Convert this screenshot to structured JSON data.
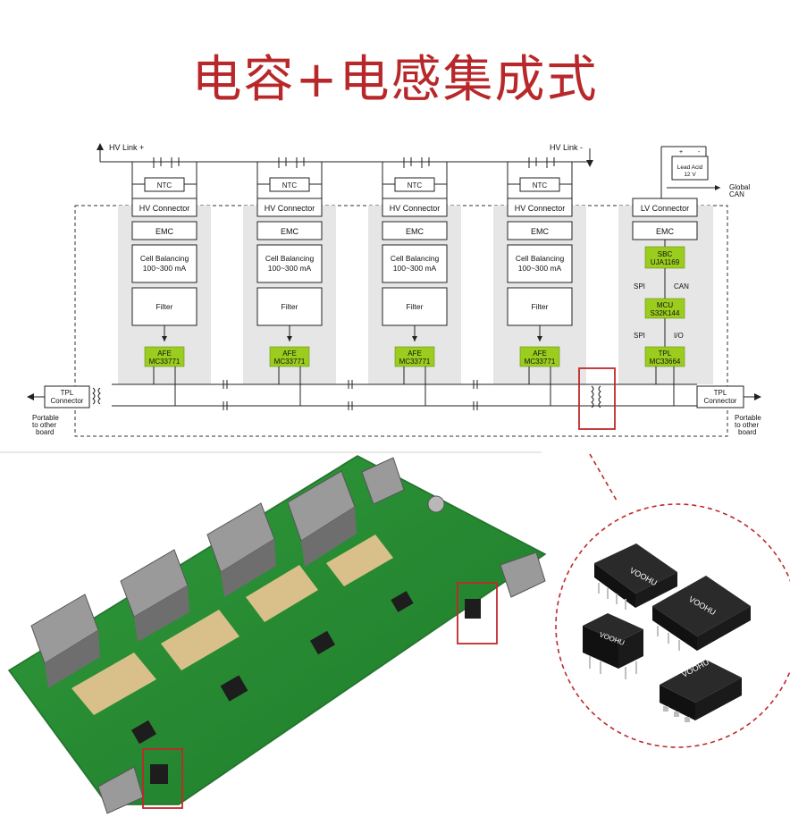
{
  "title": "电容+电感集成式",
  "diagram": {
    "hv_link_plus": "HV Link +",
    "hv_link_minus": "HV Link -",
    "modules": [
      {
        "ntc": "NTC",
        "connector": "HV Connector",
        "emc": "EMC",
        "balancing_1": "Cell Balancing",
        "balancing_2": "100~300 mA",
        "filter": "Filter",
        "afe_1": "AFE",
        "afe_2": "MC33771"
      },
      {
        "ntc": "NTC",
        "connector": "HV Connector",
        "emc": "EMC",
        "balancing_1": "Cell Balancing",
        "balancing_2": "100~300 mA",
        "filter": "Filter",
        "afe_1": "AFE",
        "afe_2": "MC33771"
      },
      {
        "ntc": "NTC",
        "connector": "HV Connector",
        "emc": "EMC",
        "balancing_1": "Cell Balancing",
        "balancing_2": "100~300 mA",
        "filter": "Filter",
        "afe_1": "AFE",
        "afe_2": "MC33771"
      },
      {
        "ntc": "NTC",
        "connector": "HV Connector",
        "emc": "EMC",
        "balancing_1": "Cell Balancing",
        "balancing_2": "100~300 mA",
        "filter": "Filter",
        "afe_1": "AFE",
        "afe_2": "MC33771"
      }
    ],
    "lv": {
      "battery_1": "Lead Acid",
      "battery_2": "12 V",
      "battery_plus": "+",
      "battery_minus": "-",
      "global_can_1": "Global",
      "global_can_2": "CAN",
      "connector": "LV Connector",
      "emc": "EMC",
      "sbc_1": "SBC",
      "sbc_2": "UJA1169",
      "spi_1": "SPI",
      "can": "CAN",
      "mcu_1": "MCU",
      "mcu_2": "S32K144",
      "spi_2": "SPI",
      "io": "I/O",
      "tpl_1": "TPL",
      "tpl_2": "MC33664"
    },
    "tpl_left_1": "TPL",
    "tpl_left_2": "Connector",
    "tpl_right_1": "TPL",
    "tpl_right_2": "Connector",
    "portable_left": [
      "Portable",
      "to other",
      "board"
    ],
    "portable_right": [
      "Portable",
      "to other",
      "board"
    ]
  },
  "photos": {
    "component_brand": "VOOHU"
  }
}
